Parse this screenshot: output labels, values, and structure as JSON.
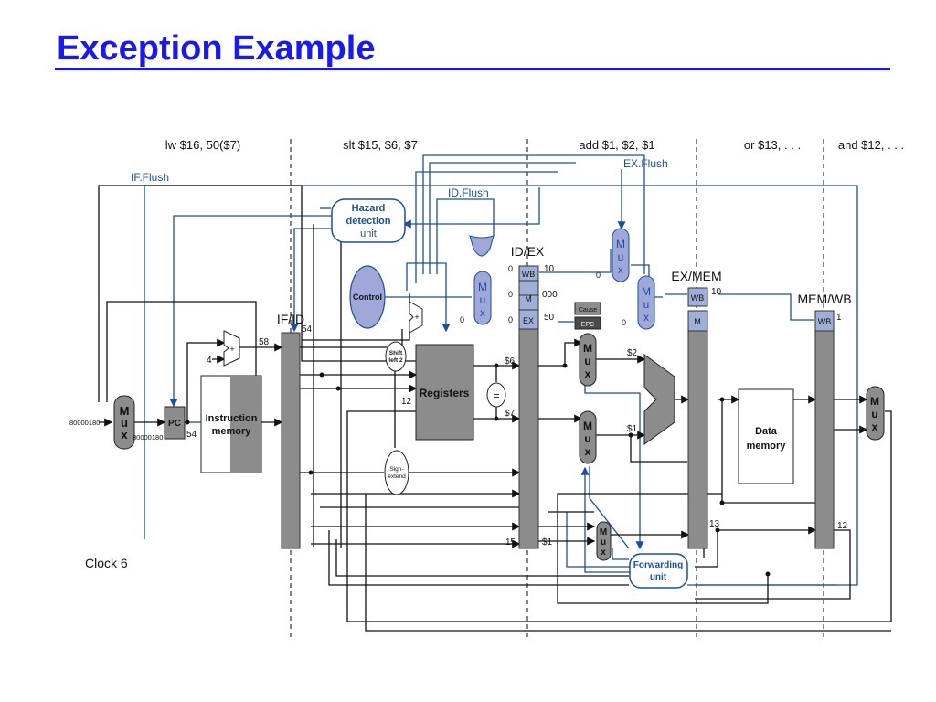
{
  "slide": {
    "title": "Exception Example",
    "clock": "Clock 6"
  },
  "instructions": [
    "lw $16, 50($7)",
    "slt $15, $6, $7",
    "add $1, $2, $1",
    "or $13, . . .",
    "and $12, . . ."
  ],
  "signals": {
    "if_flush": "IF.Flush",
    "id_flush": "ID.Flush",
    "ex_flush": "EX.Flush"
  },
  "stages": {
    "if_id": "IF/ID",
    "id_ex": "ID/EX",
    "ex_mem": "EX/MEM",
    "mem_wb": "MEM/WB"
  },
  "units": {
    "hazard": [
      "Hazard",
      "detection",
      "unit"
    ],
    "control": "Control",
    "registers": "Registers",
    "instruction_memory": [
      "Instruction",
      "memory"
    ],
    "data_memory": [
      "Data",
      "memory"
    ],
    "forwarding": [
      "Forwarding",
      "unit"
    ],
    "pc": "PC",
    "cause": "Cause",
    "epc": "EPC",
    "shift_left": [
      "Shift",
      "left 2"
    ],
    "sign_extend": [
      "Sign-",
      "extend"
    ],
    "equals": "=",
    "plus": "+",
    "mux_letters": [
      "M",
      "u",
      "x"
    ]
  },
  "pipeline_fields": {
    "wb": "WB",
    "m": "M",
    "ex": "EX"
  },
  "values": {
    "exc_addr_in": "80000180",
    "pc_value": "80000180",
    "pc_plus4_const": "4",
    "addr_54_pc": "54",
    "addr_58": "58",
    "addr_54_ifid": "54",
    "reg_12": "12",
    "reg6": "$6",
    "reg7": "$7",
    "wb_ctrl": "10",
    "m_ctrl": "000",
    "ex_ctrl": "50",
    "zero_a": "0",
    "zero_b": "0",
    "zero_c": "0",
    "zero_d": "0",
    "zero_e": "0",
    "reg2": "$2",
    "reg1": "$1",
    "num15": "15",
    "reg1b": "$1",
    "num13": "13",
    "num12": "12",
    "exmem_wb": "10",
    "memwb_wb": "1"
  }
}
